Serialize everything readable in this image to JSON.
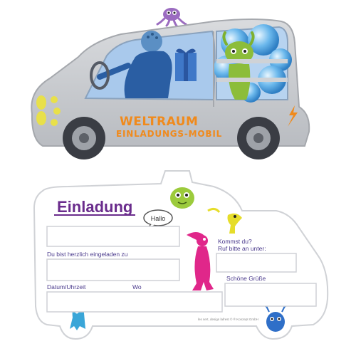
{
  "product": {
    "brand_line1": "WELTRAUM",
    "brand_line2": "EINLADUNGS-MOBIL"
  },
  "card": {
    "title": "Einladung",
    "speech_bubble": "Hallo",
    "field_invited": "Du bist herzlich eingeladen zu",
    "field_datetime": "Datum/Uhrzeit",
    "field_where": "Wo",
    "field_rsvp_line1": "Kommst du?",
    "field_rsvp_line2": "Ruf bitte an unter:",
    "field_greetings": "Schöne Grüße",
    "credit": "les sert, design lafrest © ® Konzept GmbH"
  },
  "colors": {
    "accent_orange": "#f08a1c",
    "accent_purple": "#6a2c8c",
    "car_gray": "#c9cbcf",
    "window_blue": "#9fc3ea",
    "alien_green": "#8cbd3a",
    "alien_pink": "#e0278a",
    "alien_yellow": "#e6dd2a",
    "alien_blue": "#3aa6d8"
  }
}
